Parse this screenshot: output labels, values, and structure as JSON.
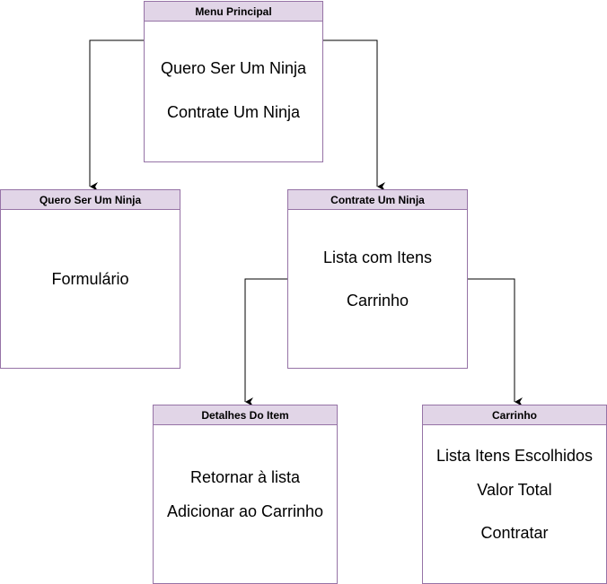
{
  "colors": {
    "header_fill": "#e1d5e7",
    "border": "#9673a6",
    "edge": "#000000"
  },
  "boxes": {
    "menu_principal": {
      "title": "Menu Principal",
      "items": [
        "Quero Ser Um Ninja",
        "Contrate Um Ninja"
      ]
    },
    "quero_ser": {
      "title": "Quero Ser Um Ninja",
      "items": [
        "Formulário"
      ]
    },
    "contrate": {
      "title": "Contrate Um Ninja",
      "items": [
        "Lista com Itens",
        "Carrinho"
      ]
    },
    "detalhes": {
      "title": "Detalhes Do Item",
      "items": [
        "Retornar à lista",
        "Adicionar ao Carrinho"
      ]
    },
    "carrinho": {
      "title": "Carrinho",
      "items": [
        "Lista Itens Escolhidos",
        "Valor Total",
        "Contratar"
      ]
    }
  },
  "edges": [
    {
      "from": "menu_principal",
      "to": "quero_ser"
    },
    {
      "from": "menu_principal",
      "to": "contrate"
    },
    {
      "from": "contrate",
      "to": "detalhes"
    },
    {
      "from": "contrate",
      "to": "carrinho"
    }
  ]
}
